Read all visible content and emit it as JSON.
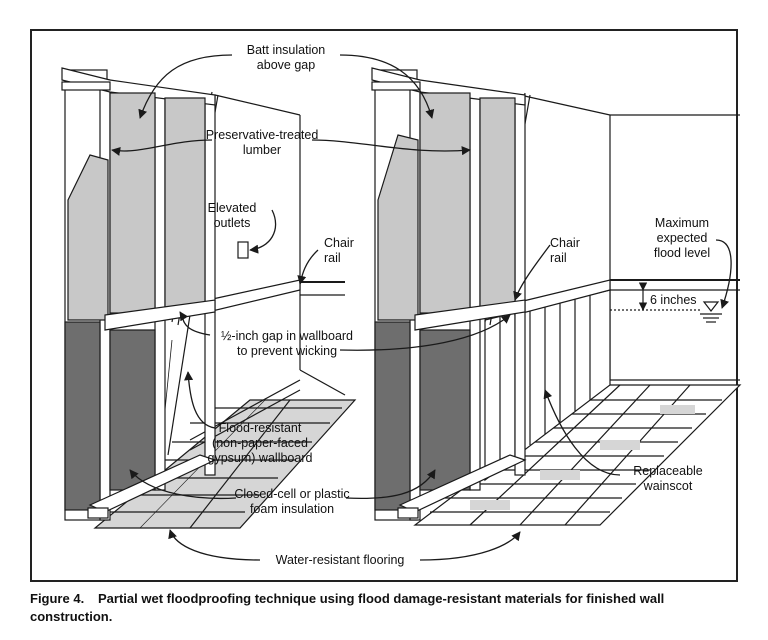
{
  "labels": {
    "batt_1": "Batt insulation",
    "batt_2": "above gap",
    "lumber_1": "Preservative-treated",
    "lumber_2": "lumber",
    "outlets_1": "Elevated",
    "outlets_2": "outlets",
    "chair_left_1": "Chair",
    "chair_left_2": "rail",
    "chair_right_1": "Chair",
    "chair_right_2": "rail",
    "maxflood_1": "Maximum",
    "maxflood_2": "expected",
    "maxflood_3": "flood level",
    "six_inches": "6 inches",
    "gap_1": "½-inch gap in wallboard",
    "gap_2": "to prevent wicking",
    "gypsum_1": "Flood-resistant",
    "gypsum_2": "(non-paper-faced",
    "gypsum_3": "gypsum) wallboard",
    "foam_1": "Closed-cell or plastic",
    "foam_2": "foam insulation",
    "wainscot_1": "Replaceable",
    "wainscot_2": "wainscot",
    "flooring": "Water-resistant flooring"
  },
  "caption": {
    "number": "Figure 4.",
    "text": "Partial wet floodproofing technique using flood damage-resistant materials for finished wall construction."
  },
  "colors": {
    "insulation_light": "#c8c8c8",
    "insulation_dark": "#6e6e6e",
    "floor_tile": "#d6d6d6",
    "line": "#1a1a1a"
  }
}
